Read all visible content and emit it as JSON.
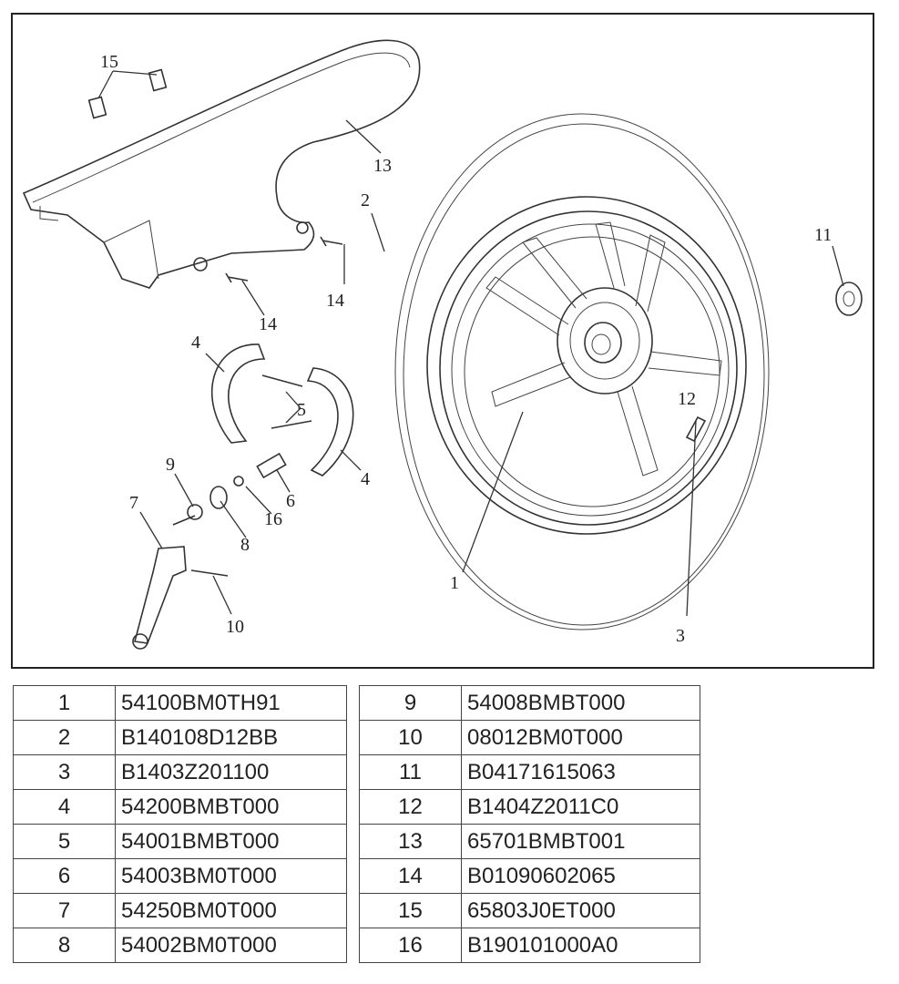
{
  "diagram": {
    "callouts": {
      "c1": "1",
      "c2": "2",
      "c3": "3",
      "c4a": "4",
      "c4b": "4",
      "c5": "5",
      "c6": "6",
      "c7": "7",
      "c8": "8",
      "c9": "9",
      "c10": "10",
      "c11": "11",
      "c12": "12",
      "c13": "13",
      "c14a": "14",
      "c14b": "14",
      "c15": "15",
      "c16": "16"
    }
  },
  "parts_table": {
    "left": [
      {
        "num": "1",
        "code": "54100BM0TH91"
      },
      {
        "num": "2",
        "code": "B140108D12BB"
      },
      {
        "num": "3",
        "code": "B1403Z201100"
      },
      {
        "num": "4",
        "code": "54200BMBT000"
      },
      {
        "num": "5",
        "code": "54001BMBT000"
      },
      {
        "num": "6",
        "code": "54003BM0T000"
      },
      {
        "num": "7",
        "code": "54250BM0T000"
      },
      {
        "num": "8",
        "code": "54002BM0T000"
      }
    ],
    "right": [
      {
        "num": "9",
        "code": "54008BMBT000"
      },
      {
        "num": "10",
        "code": "08012BM0T000"
      },
      {
        "num": "11",
        "code": "B04171615063"
      },
      {
        "num": "12",
        "code": "B1404Z2011C0"
      },
      {
        "num": "13",
        "code": "65701BMBT001"
      },
      {
        "num": "14",
        "code": "B01090602065"
      },
      {
        "num": "15",
        "code": "65803J0ET000"
      },
      {
        "num": "16",
        "code": "B190101000A0"
      }
    ]
  }
}
